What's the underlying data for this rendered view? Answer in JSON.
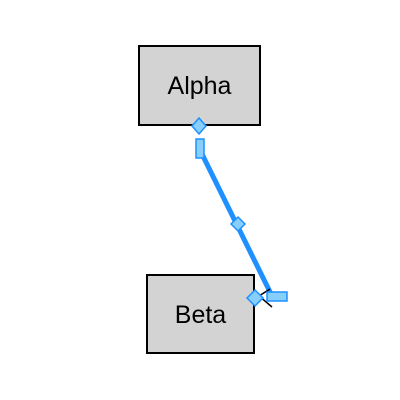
{
  "nodes": [
    {
      "id": "alpha",
      "label": "Alpha"
    },
    {
      "id": "beta",
      "label": "Beta"
    }
  ],
  "edges": [
    {
      "from": "alpha",
      "to": "beta",
      "selected": true
    }
  ],
  "colors": {
    "node_fill": "#d3d3d3",
    "node_stroke": "#000000",
    "edge_selected": "#1e90ff",
    "handle_fill": "#87cefa"
  }
}
